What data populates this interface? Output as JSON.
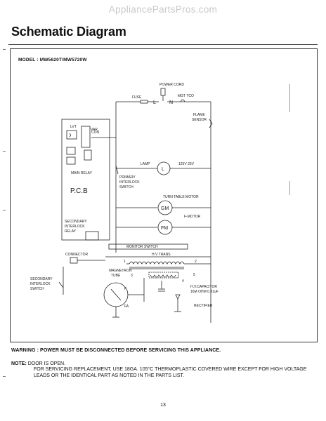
{
  "watermark": "AppliancePartsPros.com",
  "title": "Schematic Diagram",
  "model": "MODEL : MW5620T/MW5720W",
  "labels": {
    "power_cord": "POWER CORD",
    "fuse": "FUSE",
    "mgt_tco": "MGT TCO",
    "L": "L",
    "N": "N",
    "flame_sensor_1": "FLAME",
    "flame_sensor_2": "SENSOR",
    "lvt": "LVT",
    "con": "CON",
    "var": "VAR",
    "lamp": "LAMP",
    "lamp_rating": "125V 25V",
    "lamp_symbol": "L",
    "main_relay": "MAIN RELAY",
    "primary_1": "PRIMARY",
    "primary_2": "INTERLOCK",
    "primary_3": "SWITCH",
    "pcb": "P.C.B",
    "turntable": "TURN TABLE MOTOR",
    "gm": "GM",
    "fmotor": "F-MOTOR",
    "fm": "FM",
    "sec_relay_1": "SECONDARY",
    "sec_relay_2": "INTERLOCK",
    "sec_relay_3": "RELAY",
    "monitor": "MONITOR SWITCH",
    "hv_trans": "H.V TRANS",
    "connector": "CONNECTOR",
    "magnetron_1": "MAGNETRON",
    "magnetron_2": "TUBE",
    "sec_sw_1": "SECONDARY",
    "sec_sw_2": "INTERLOCK",
    "sec_sw_3": "SWITCH",
    "f": "F",
    "fa": "FA",
    "hv_cap_1": "H.V.CAPACITOR",
    "hv_cap_2": "16M OHM  0.91uF",
    "rectifier": "RECTIFIER",
    "n1": "1",
    "n2": "2",
    "n3": "3",
    "n4": "4",
    "n5": "5"
  },
  "warning": "WARNING : POWER MUST BE DISCONNECTED BEFORE SERVICING THIS APPLIANCE.",
  "note_label": "NOTE:",
  "note_line1": " DOOR IS OPEN.",
  "note_line2": "FOR SERVICING REPLACEMENT, USE 18GA. 105°C THERMOPLASTIC COVERED WIRE EXCEPT FOR HIGH VOLTAGE LEADS OR THE IDENTICAL PART AS NOTED IN THE PARTS LIST.",
  "page_number": "13"
}
